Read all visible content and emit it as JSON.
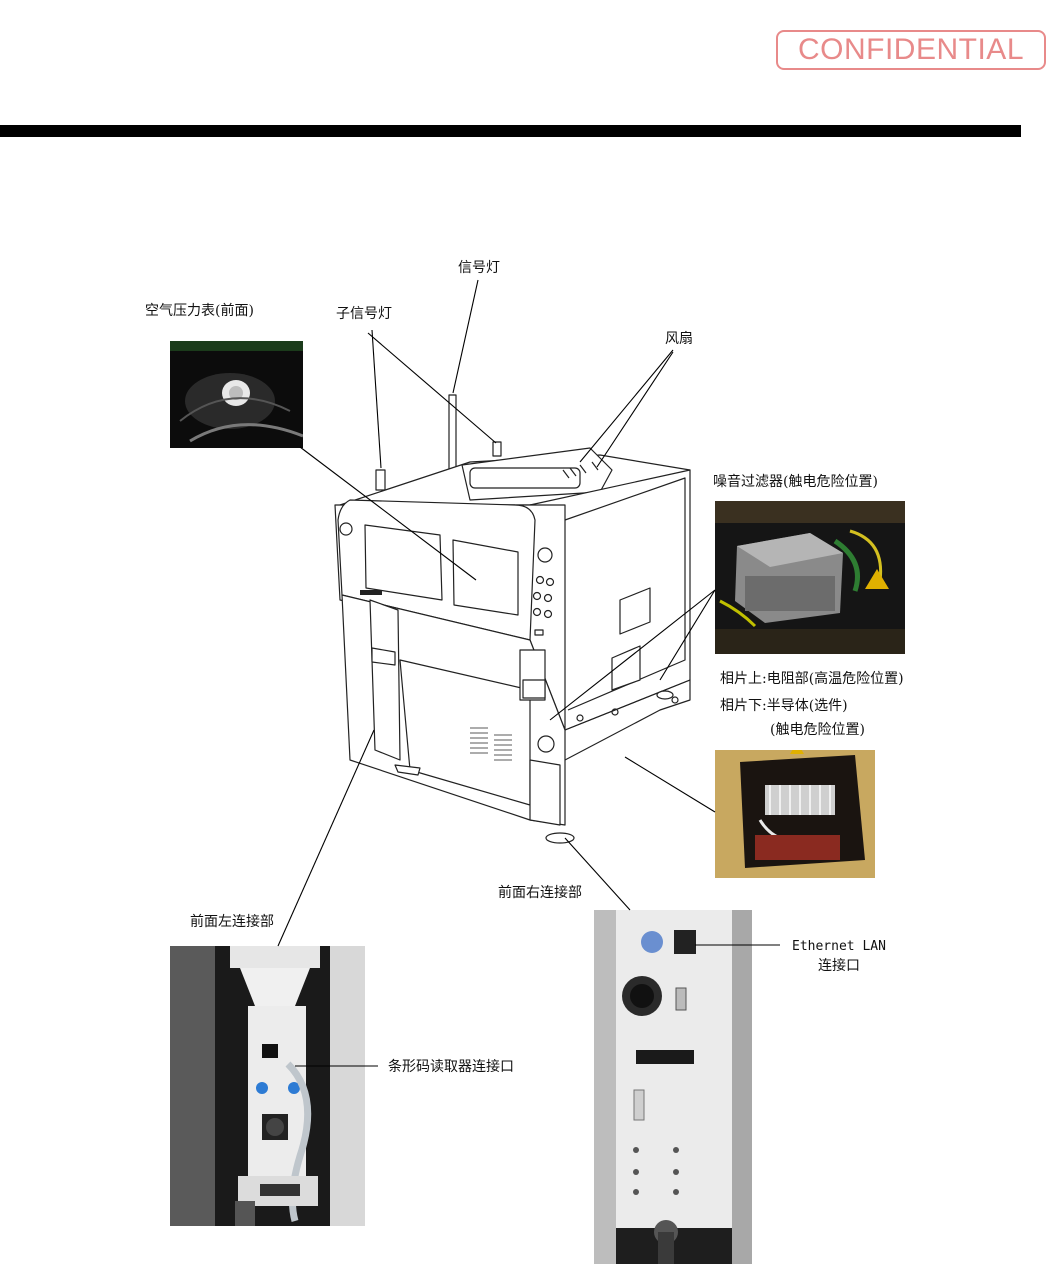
{
  "stamp": {
    "text": "CONFIDENTIAL",
    "color": "#e88a8a"
  },
  "labels": {
    "signal_light": "信号灯",
    "sub_signal_light": "子信号灯",
    "air_pressure_gauge": "空气压力表(前面)",
    "fan": "风扇",
    "noise_filter": "噪音过滤器(触电危险位置)",
    "photo_top_resistor": "相片上:电阻部(高温危险位置)",
    "photo_bottom_semiconductor": "相片下:半导体(选件)",
    "electric_shock_hazard": "(触电危险位置)",
    "front_right_connection": "前面右连接部",
    "front_left_connection": "前面左连接部",
    "ethernet_lan": "Ethernet LAN",
    "connection_port": "连接口",
    "barcode_reader_port": "条形码读取器连接口"
  },
  "icons": {
    "machine": "machine-illustration",
    "warning": "warning-triangle-icon"
  }
}
